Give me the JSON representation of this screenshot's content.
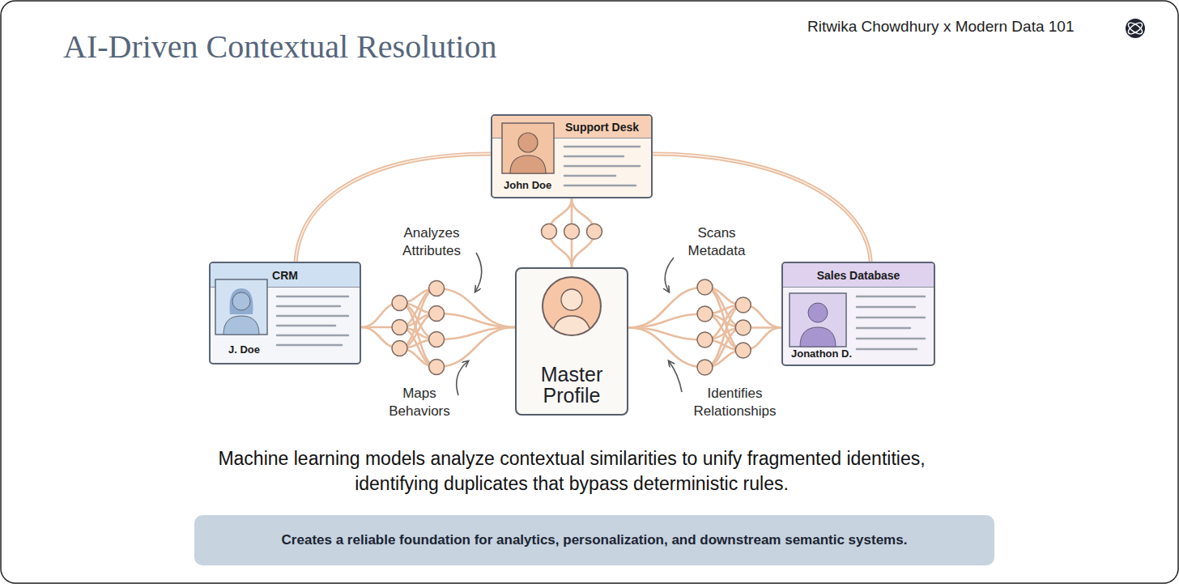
{
  "diagram": {
    "title": "AI-Driven Contextual Resolution",
    "caption": "Machine learning models analyze contextual similarities to unify fragmented identities, identifying duplicates that bypass deterministic rules.",
    "nodes": [
      {
        "text": [
          "Support Desk",
          "John Doe"
        ]
      },
      {
        "text": [
          "CRM",
          "J. Doe"
        ]
      },
      {
        "text": [
          "Master Profile"
        ]
      },
      {
        "text": [
          "Sales Database",
          "Jonathon D."
        ]
      },
      {
        "text": [
          "Creates a reliable foundation for analytics, personalization, and downstream semantic systems."
        ]
      }
    ],
    "edges": [
      {
        "from": 1,
        "to": 2,
        "arrow": "none"
      },
      {
        "from": 3,
        "to": 2,
        "arrow": "none"
      },
      {
        "from": 0,
        "to": 2,
        "arrow": "none"
      },
      {
        "from": 1,
        "to": 0,
        "arrow": "none"
      },
      {
        "from": 0,
        "to": 3,
        "arrow": "none"
      }
    ],
    "labels": [
      "Ritwika Chowdhury x Modern Data 101",
      "Analyzes Attributes",
      "Scans Metadata",
      "Maps Behaviors",
      "Identifies Relationships"
    ]
  }
}
